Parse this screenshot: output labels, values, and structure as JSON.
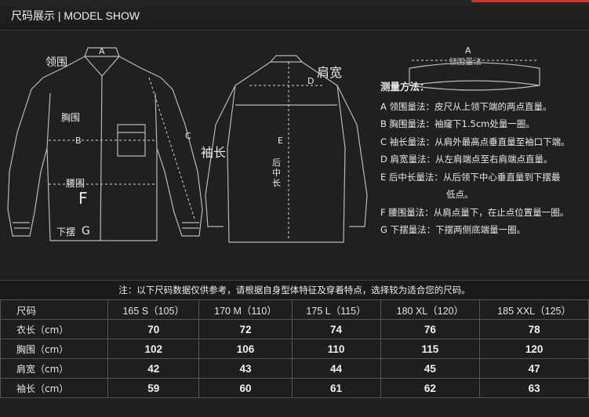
{
  "header": {
    "title": "尺码展示 | MODEL SHOW"
  },
  "diagram": {
    "front_labels": {
      "collar": "领围",
      "a": "A",
      "chest": "胸围",
      "b": "B",
      "waist": "腰围",
      "f": "F",
      "hem": "下摆",
      "g": "G",
      "c": "C",
      "sleeve": "袖长"
    },
    "back_labels": {
      "shoulder": "肩宽",
      "d": "D",
      "e": "E",
      "back_length": "后中长"
    },
    "collar_diagram": {
      "a": "A",
      "label": "领围量法"
    }
  },
  "instructions": {
    "title": "测量方法：",
    "steps": [
      "A 领围量法：皮尺从上领下端的两点直量。",
      "B 胸围量法：袖窿下1.5cm处量一圈。",
      "C 袖长量法：从肩外最高点垂直量至袖口下端。",
      "D 肩宽量法：从左肩端点至右肩端点直量。",
      "E 后中长量法：从后领下中心垂直量到下摆最",
      "低点。",
      "F 腰围量法：从肩点量下，在止点位置量一圈。",
      "G 下摆量法：下摆两侧底端量一圈。"
    ]
  },
  "note": "注：以下尺码数据仅供参考，请根据自身型体特征及穿着特点，选择较为适合您的尺码。",
  "size_table": {
    "header": [
      "尺码",
      "165 S（105）",
      "170 M（110）",
      "175 L（115）",
      "180 XL（120）",
      "185 XXL（125）"
    ],
    "rows": [
      {
        "label": "衣长（cm）",
        "values": [
          "70",
          "72",
          "74",
          "76",
          "78"
        ]
      },
      {
        "label": "胸围（cm）",
        "values": [
          "102",
          "106",
          "110",
          "115",
          "120"
        ]
      },
      {
        "label": "肩宽（cm）",
        "values": [
          "42",
          "43",
          "44",
          "45",
          "47"
        ]
      },
      {
        "label": "袖长（cm）",
        "values": [
          "59",
          "60",
          "61",
          "62",
          "63"
        ]
      }
    ]
  }
}
